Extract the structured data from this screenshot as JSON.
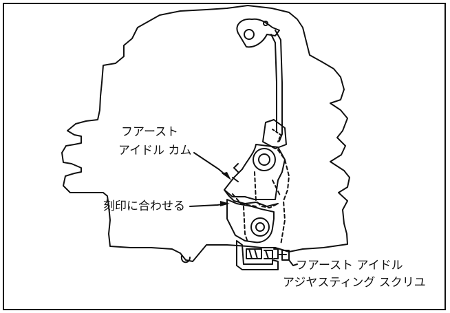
{
  "labels": {
    "first_idle_cam_line1": "フアースト",
    "first_idle_cam_line2": "アイドル カム",
    "align_mark": "刻印に合わせる",
    "screw_line1": "フアースト アイドル",
    "screw_line2": "アジヤスティング スクリユ"
  }
}
